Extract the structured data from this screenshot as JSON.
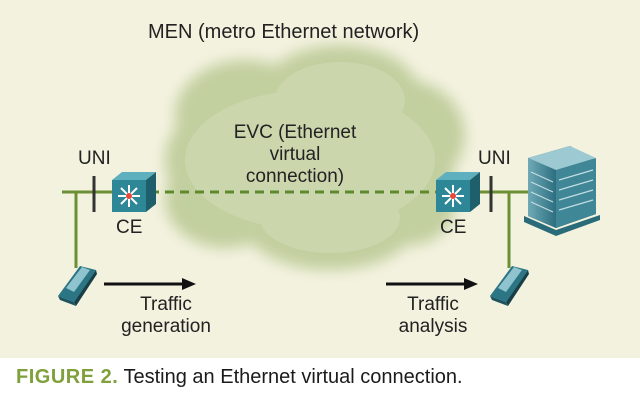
{
  "diagram": {
    "network_label": "MEN (metro Ethernet network)",
    "evc_label": "EVC (Ethernet virtual connection)",
    "uni_left": "UNI",
    "uni_right": "UNI",
    "ce_left": "CE",
    "ce_right": "CE",
    "traffic_generation": "Traffic generation",
    "traffic_analysis": "Traffic analysis",
    "icons": [
      "cloud-icon",
      "switch-icon",
      "test-device-icon",
      "building-icon",
      "arrow-icon"
    ]
  },
  "caption": {
    "figure": "FIGURE 2.",
    "text": "Testing an Ethernet virtual connection."
  },
  "colors": {
    "background": "#f3f2df",
    "cloud": "#c7d2a7",
    "line": "#6b8f33",
    "device": "#2f7f8c",
    "caption_accent": "#7fa03a"
  }
}
